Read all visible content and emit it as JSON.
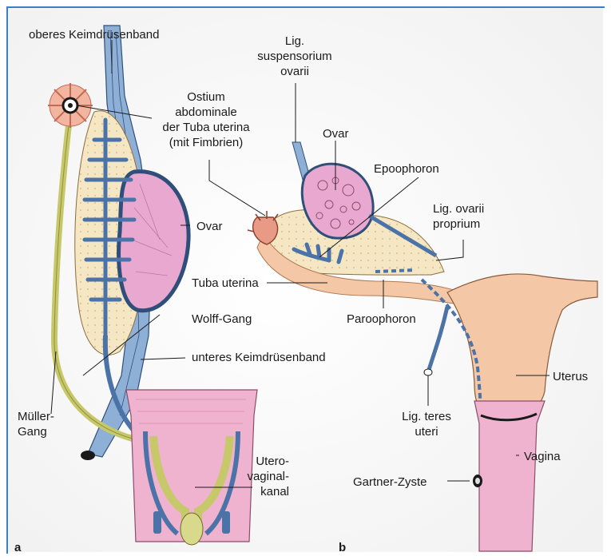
{
  "panel_a": {
    "letter": "a",
    "labels": {
      "oberes_keimdruesenband": "oberes Keimdrüsenband",
      "ostium": [
        "Ostium",
        "abdominale",
        "der Tuba uterina",
        "(mit Fimbrien)"
      ],
      "ovar": "Ovar",
      "wolff_gang": "Wolff-Gang",
      "unteres_keimdruesenband": "unteres Keimdrüsenband",
      "mueller_gang": [
        "Müller-",
        "Gang"
      ],
      "uterovaginalkanal": [
        "Utero-",
        "vaginal-",
        "kanal"
      ]
    }
  },
  "panel_b": {
    "letter": "b",
    "labels": {
      "lig_suspensorium": [
        "Lig.",
        "suspensorium",
        "ovarii"
      ],
      "ovar": "Ovar",
      "epoophoron": "Epoophoron",
      "lig_ovarii_proprium": [
        "Lig. ovarii",
        "proprium"
      ],
      "tuba_uterina": "Tuba uterina",
      "paroophoron": "Paroophoron",
      "uterus": "Uterus",
      "lig_teres": [
        "Lig. teres",
        "uteri"
      ],
      "vagina": "Vagina",
      "gartner_zyste": "Gartner-Zyste"
    }
  },
  "colors": {
    "frame": "#3d7fc4",
    "ovary_pink": "#e9a8cf",
    "ovary_blue": "#4b73a8",
    "mesonephros_cream": "#f6e7c4",
    "mueller_yellow": "#d8d98a",
    "ligament_blue": "#8fb0d6",
    "uterus_peach": "#f4c8a6",
    "vagina_pink": "#efb3cf"
  }
}
